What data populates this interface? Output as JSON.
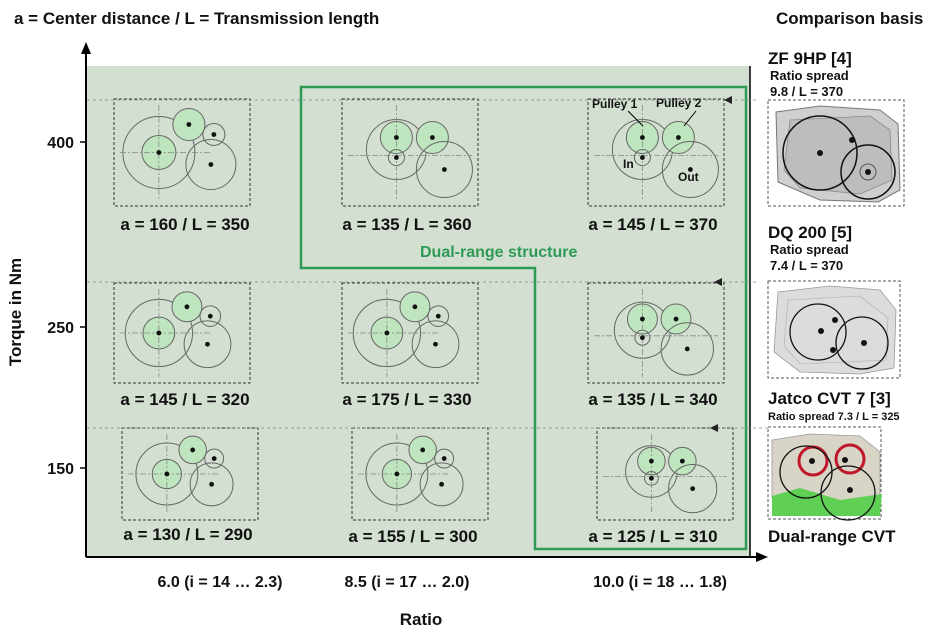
{
  "header": {
    "left_title": "a = Center distance / L = Transmission length",
    "right_title": "Comparison basis"
  },
  "axes": {
    "x_title": "Ratio",
    "y_title": "Torque in Nm",
    "x_ticks": [
      "6.0 (i = 14 … 2.3)",
      "8.5 (i = 17 … 2.0)",
      "10.0 (i = 18 … 1.8)"
    ],
    "y_ticks": [
      "400",
      "250",
      "150"
    ]
  },
  "cells": [
    {
      "label": "a = 160 / L = 350"
    },
    {
      "label": "a = 135 / L = 360"
    },
    {
      "label": "a = 145 / L = 370"
    },
    {
      "label": "a = 145 / L = 320"
    },
    {
      "label": "a = 175 / L = 330"
    },
    {
      "label": "a = 135 / L = 340"
    },
    {
      "label": "a = 130 / L = 290"
    },
    {
      "label": "a = 155 / L = 300"
    },
    {
      "label": "a = 125 / L = 310"
    }
  ],
  "annotations": {
    "pulley1": "Pulley 1",
    "pulley2": "Pulley 2",
    "in": "In",
    "out": "Out",
    "dual_range": "Dual-range structure"
  },
  "references": [
    {
      "title": "ZF 9HP [4]",
      "line1": "Ratio spread",
      "line2": "9.8 / L = 370"
    },
    {
      "title": "DQ 200 [5]",
      "line1": "Ratio spread",
      "line2": "7.4 / L = 370"
    },
    {
      "title": "Jatco CVT 7 [3]",
      "line1": "Ratio spread 7.3 / L = 325",
      "line2": ""
    },
    {
      "title": "Dual-range CVT",
      "line1": "",
      "line2": ""
    }
  ],
  "colors": {
    "panel_bg": "#d3e0d1",
    "frame_green": "#2e9a55",
    "gear_fill": "#bfe5bf"
  }
}
